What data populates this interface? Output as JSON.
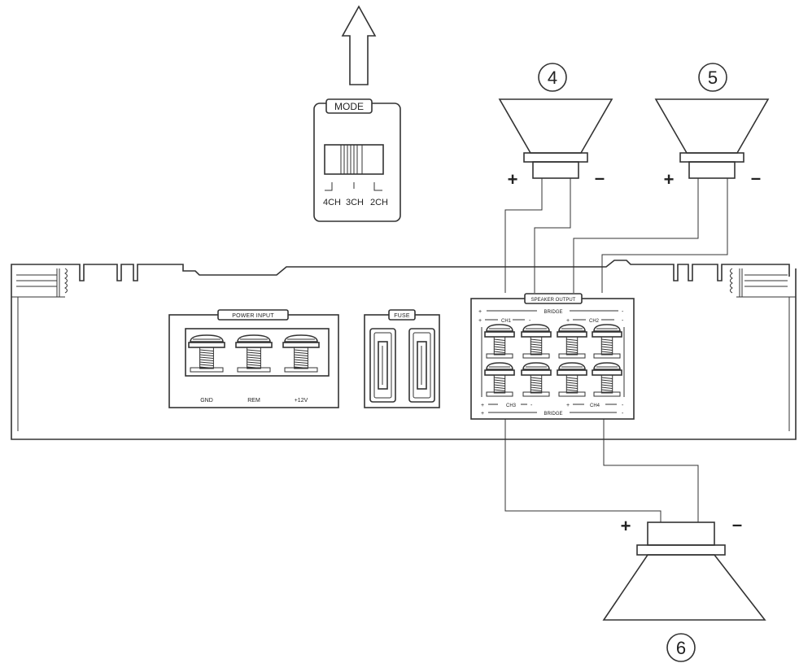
{
  "mode_switch": {
    "title": "MODE",
    "options": [
      "4CH",
      "3CH",
      "2CH"
    ]
  },
  "power_input": {
    "title": "POWER INPUT",
    "terminals": [
      "GND",
      "REM",
      "+12V"
    ]
  },
  "fuse": {
    "title": "FUSE"
  },
  "speaker_output": {
    "title": "SPEAKER OUTPUT",
    "bridge_top": "BRIDGE",
    "bridge_bottom": "BRIDGE",
    "ch1": "CH1",
    "ch2": "CH2",
    "ch3": "CH3",
    "ch4": "CH4",
    "plus": "+",
    "minus": "-"
  },
  "speakers": [
    {
      "number": "4",
      "plus": "+",
      "minus": "–"
    },
    {
      "number": "5",
      "plus": "+",
      "minus": "–"
    },
    {
      "number": "6",
      "plus": "+",
      "minus": "–"
    }
  ],
  "colors": {
    "line": "#333333",
    "background": "#ffffff"
  }
}
